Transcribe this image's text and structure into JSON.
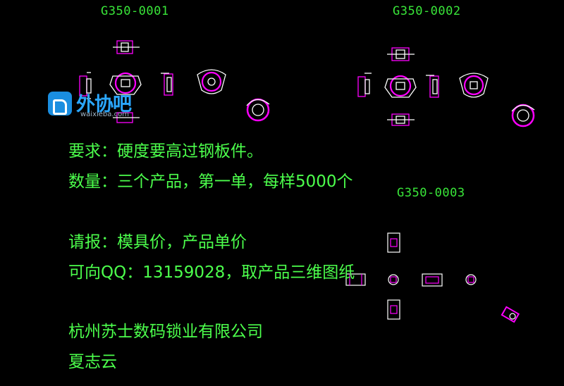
{
  "drawings": [
    {
      "label": "G350-0001"
    },
    {
      "label": "G350-0002"
    },
    {
      "label": "G350-0003"
    }
  ],
  "notes": {
    "line1": "要求：硬度要高过钢板件。",
    "line2": "数量：三个产品，第一单，每样5000个",
    "line3": "请报：模具价，产品单价",
    "line4": "可向QQ：13159028，取产品三维图纸",
    "line5": "杭州苏士数码锁业有限公司",
    "line6": "夏志云"
  },
  "watermark": {
    "brand": "外协吧",
    "domain": "waixieba.com"
  },
  "colors": {
    "background": "#000000",
    "label": "#39e639",
    "text": "#4cff4c",
    "cad_magenta": "#ff00ff",
    "cad_white": "#ffffff",
    "logo_blue": "#1a8ee0"
  }
}
